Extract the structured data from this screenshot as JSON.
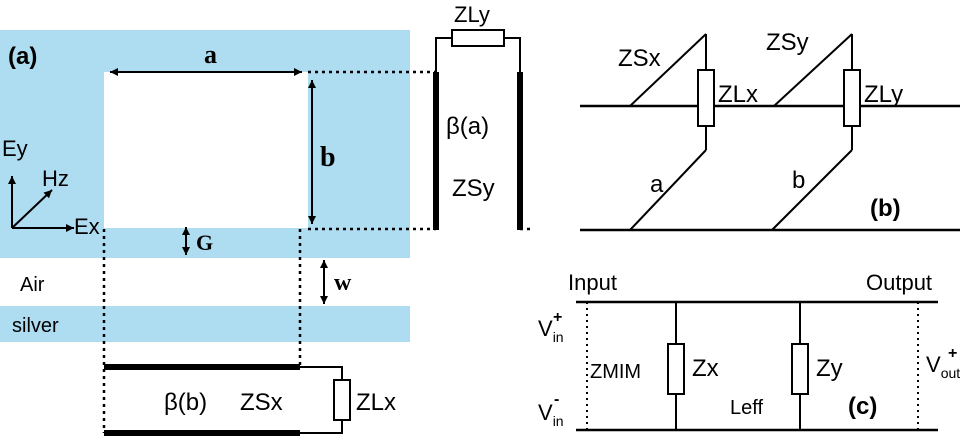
{
  "colors": {
    "substrate": "#aedcf0",
    "line": "#000000",
    "resistor_fill": "#ffffff"
  },
  "panel_a": {
    "tag": "(a)",
    "dim_a": "a",
    "dim_b": "b",
    "dim_G": "G",
    "dim_w": "w",
    "axis_ey": "Ey",
    "axis_hz": "Hz",
    "axis_ex": "Ex",
    "layer_air": "Air",
    "layer_silver": "silver",
    "line_a_beta": "β(a)",
    "line_a_zs": "ZSy",
    "line_a_zl": "ZLy",
    "line_b_beta": "β(b)",
    "line_b_zs": "ZSx",
    "line_b_zl": "ZLx"
  },
  "panel_b": {
    "tag": "(b)",
    "zsx": "ZSx",
    "zlx": "ZLx",
    "zsy": "ZSy",
    "zly": "ZLy",
    "label_a": "a",
    "label_b": "b"
  },
  "panel_c": {
    "tag": "(c)",
    "input": "Input",
    "output": "Output",
    "vin_plus": "V",
    "vin_plus_sub": "in",
    "vin_plus_sup": "+",
    "vin_minus": "V",
    "vin_minus_sub": "in",
    "vin_minus_sup": "-",
    "vout_plus": "V",
    "vout_plus_sub": "out",
    "vout_plus_sup": "+",
    "zmim": "ZMIM",
    "zx": "Zx",
    "zy": "Zy",
    "leff": "Leff"
  }
}
